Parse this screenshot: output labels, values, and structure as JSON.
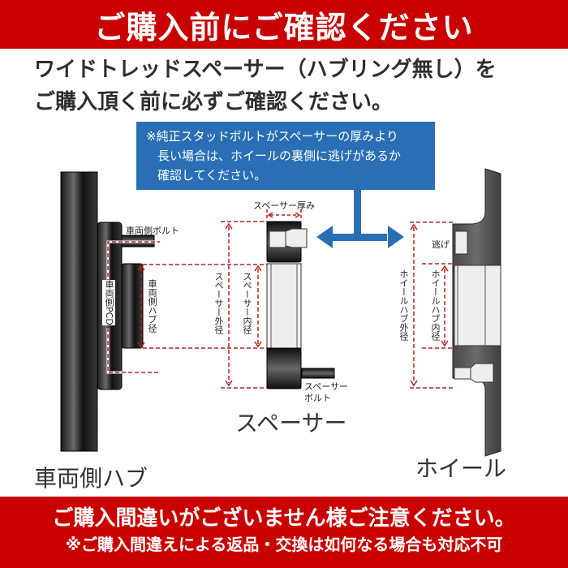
{
  "header": {
    "title": "ご購入前にご確認ください"
  },
  "intro": {
    "line1": "ワイドトレッドスペーサー（ハブリング無し）を",
    "line2": "ご購入頂く前に必ずご確認ください。"
  },
  "notice": {
    "line1": "※純正スタッドボルトがスペーサーの厚みより",
    "line2": "長い場合は、ホイールの裏側に逃げがあるか",
    "line3": "確認してください。"
  },
  "diagram": {
    "hub": {
      "title": "車両側ハブ",
      "bolt_label": "車両側ボルト",
      "pcd_label": "車両側PCD",
      "hub_diameter_label": "車両側ハブ径"
    },
    "spacer": {
      "title": "スペーサー",
      "thickness_label": "スペーサー厚み",
      "outer_diameter_label": "スペーサー外径",
      "inner_diameter_label": "スペーサー内径",
      "bolt_label_line1": "スペーサー",
      "bolt_label_line2": "ボルト"
    },
    "wheel": {
      "title": "ホイール",
      "clearance_label": "逃げ",
      "hub_outer_label": "ホイールハブ外径",
      "hub_inner_label": "ホイールハブ内径"
    },
    "colors": {
      "accent_red": "#c80000",
      "dim_red": "#b22222",
      "blue": "#2a6fb5",
      "dark_part": "#1a1a1a",
      "wheel_gray": "#555555"
    }
  },
  "footer": {
    "line1": "ご購入間違いがございません様ご注意ください。",
    "line2": "※ご購入間違えによる返品・交換は如何なる場合も対応不可"
  }
}
